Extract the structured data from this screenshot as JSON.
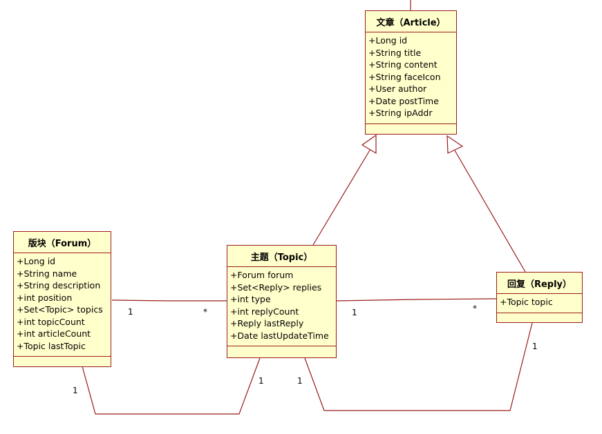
{
  "colors": {
    "border": "#9b1a1a",
    "fill": "#ffffcc",
    "line": "#9b1a1a"
  },
  "classes": {
    "article": {
      "title": "文章（Article）",
      "attributes": [
        "+Long id",
        "+String title",
        "+String content",
        "+String faceIcon",
        "+User author",
        "+Date postTime",
        "+String ipAddr"
      ]
    },
    "forum": {
      "title": "版块（Forum）",
      "attributes": [
        "+Long id",
        "+String name",
        "+String description",
        "+int position",
        "+Set<Topic> topics",
        "+int topicCount",
        "+int articleCount",
        "+Topic lastTopic"
      ]
    },
    "topic": {
      "title": "主题（Topic）",
      "attributes": [
        "+Forum forum",
        "+Set<Reply> replies",
        "+int type",
        "+int replyCount",
        "+Reply lastReply",
        "+Date lastUpdateTime"
      ]
    },
    "reply": {
      "title": "回复（Reply）",
      "attributes": [
        "+Topic topic"
      ]
    }
  },
  "multiplicities": {
    "forum_topic_forum_end": "1",
    "forum_topic_topic_end": "*",
    "topic_reply_topic_end": "1",
    "topic_reply_reply_end": "*",
    "forum_topic_bottom_forum_end": "1",
    "forum_topic_bottom_topic_end": "1",
    "topic_reply_bottom_topic_end": "1",
    "topic_reply_bottom_reply_end": "1"
  },
  "relationships": [
    {
      "type": "generalization",
      "from": "topic",
      "to": "article"
    },
    {
      "type": "generalization",
      "from": "reply",
      "to": "article"
    },
    {
      "type": "association",
      "from": "forum",
      "to": "topic"
    },
    {
      "type": "association",
      "from": "topic",
      "to": "reply"
    },
    {
      "type": "association",
      "from": "forum",
      "to": "topic"
    },
    {
      "type": "association",
      "from": "topic",
      "to": "reply"
    }
  ]
}
